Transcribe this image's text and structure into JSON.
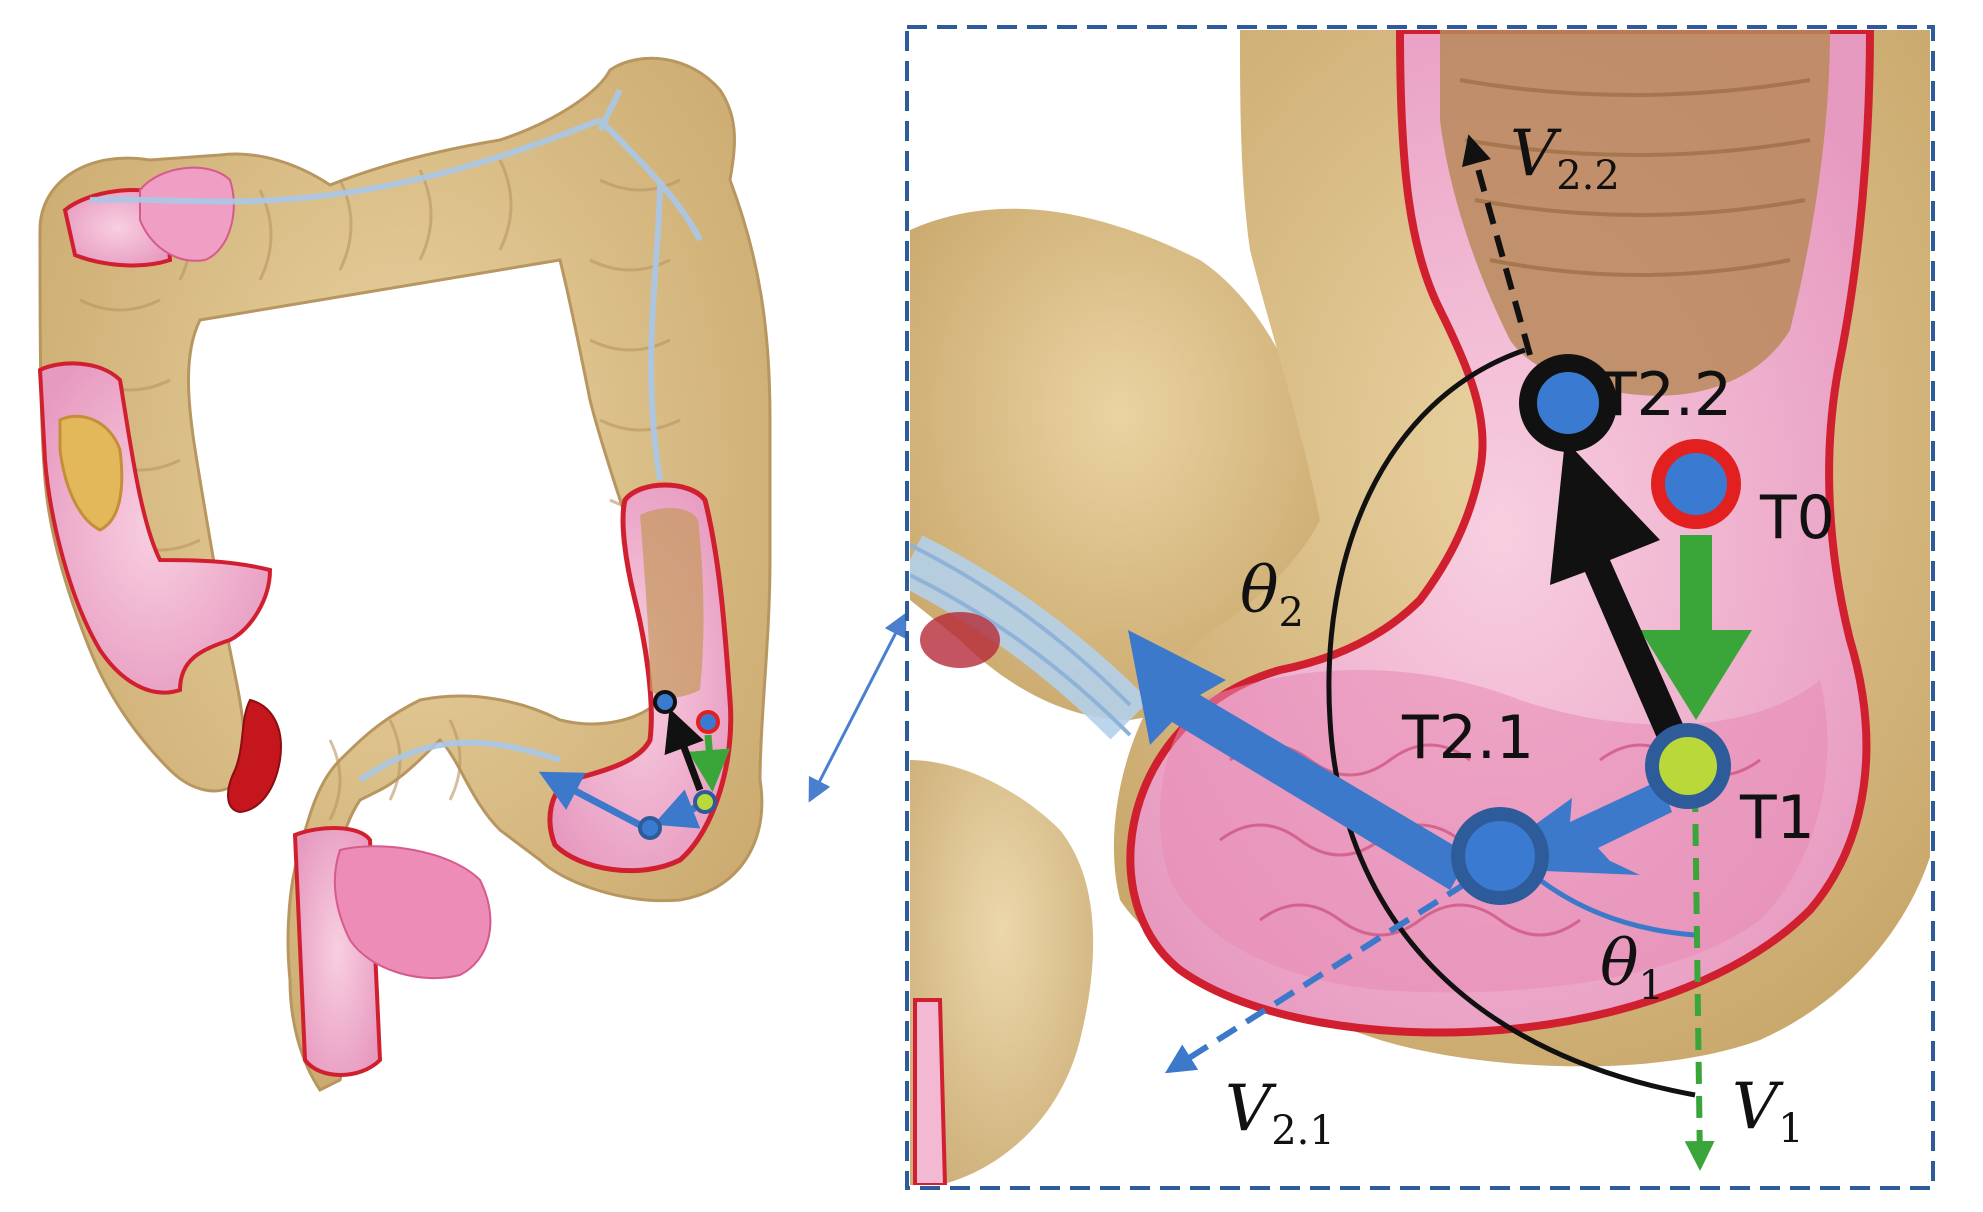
{
  "labels": {
    "t0": "T0",
    "t1": "T1",
    "t21": "T2.1",
    "t22": "T2.2"
  },
  "vectors": {
    "v1": {
      "symbol": "V",
      "sub": "1"
    },
    "v21": {
      "symbol": "V",
      "sub": "2.1"
    },
    "v22": {
      "symbol": "V",
      "sub": "2.2"
    }
  },
  "angles": {
    "theta1": {
      "symbol": "θ",
      "sub": "1"
    },
    "theta2": {
      "symbol": "θ",
      "sub": "2"
    }
  },
  "colors": {
    "frame": "#2e5c9a",
    "connector": "#4a7fcf",
    "tissue_tan": "#dcc08c",
    "tissue_pink": "#f3b8d2",
    "wall_red": "#d02030",
    "blue_arrow": "#3d79cb",
    "green_arrow": "#3aa63a",
    "black_arrow": "#111111",
    "marker_fill": "#3a7ad0",
    "t0_ring": "#e2201f",
    "t1_fill": "#b9d83a"
  }
}
